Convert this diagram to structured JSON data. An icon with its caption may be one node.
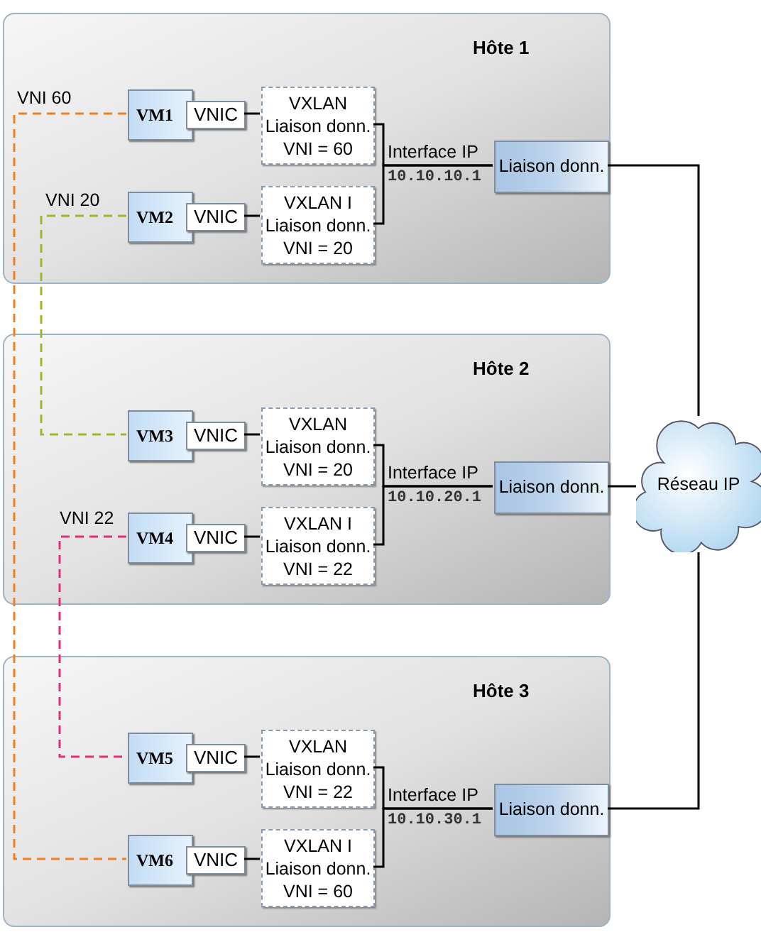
{
  "diagram": {
    "nodes": [
      {
        "text": [
          "Hôte 1"
        ]
      },
      {
        "text": [
          "VM1"
        ],
        "in": 0
      },
      {
        "text": [
          "VNIC"
        ],
        "in": 0
      },
      {
        "text": [
          "VXLAN",
          "Liaison donn.",
          "VNI = 60"
        ],
        "in": 0
      },
      {
        "text": [
          "VM2"
        ],
        "in": 0
      },
      {
        "text": [
          "VNIC"
        ],
        "in": 0
      },
      {
        "text": [
          "VXLAN I",
          "Liaison donn.",
          "VNI = 20"
        ],
        "in": 0
      },
      {
        "text": [
          "Liaison donn."
        ],
        "in": 0
      },
      {
        "text": [
          "Hôte 2"
        ]
      },
      {
        "text": [
          "VM3"
        ],
        "in": 8
      },
      {
        "text": [
          "VNIC"
        ],
        "in": 8
      },
      {
        "text": [
          "VXLAN",
          "Liaison donn.",
          "VNI = 20"
        ],
        "in": 8
      },
      {
        "text": [
          "VM4"
        ],
        "in": 8
      },
      {
        "text": [
          "VNIC"
        ],
        "in": 8
      },
      {
        "text": [
          "VXLAN I",
          "Liaison donn.",
          "VNI = 22"
        ],
        "in": 8
      },
      {
        "text": [
          "Liaison donn."
        ],
        "in": 8
      },
      {
        "text": [
          "Hôte 3"
        ]
      },
      {
        "text": [
          "VM5"
        ],
        "in": 16
      },
      {
        "text": [
          "VNIC"
        ],
        "in": 16
      },
      {
        "text": [
          "VXLAN",
          "Liaison donn.",
          "VNI = 22"
        ],
        "in": 16
      },
      {
        "text": [
          "VM6"
        ],
        "in": 16
      },
      {
        "text": [
          "VNIC"
        ],
        "in": 16
      },
      {
        "text": [
          "VXLAN I",
          "Liaison donn.",
          "VNI = 60"
        ],
        "in": 16
      },
      {
        "text": [
          "Liaison donn."
        ],
        "in": 16
      },
      {
        "text": [
          "Réseau IP"
        ]
      }
    ],
    "edges": [
      {
        "from": 2,
        "to": 3,
        "arrow": "none"
      },
      {
        "from": 5,
        "to": 6,
        "arrow": "none"
      },
      {
        "from": 3,
        "to": 7,
        "arrow": "none"
      },
      {
        "from": 6,
        "to": 7,
        "arrow": "none"
      },
      {
        "from": 7,
        "to": 24,
        "arrow": "none"
      },
      {
        "from": 10,
        "to": 11,
        "arrow": "none"
      },
      {
        "from": 13,
        "to": 14,
        "arrow": "none"
      },
      {
        "from": 11,
        "to": 15,
        "arrow": "none"
      },
      {
        "from": 14,
        "to": 15,
        "arrow": "none"
      },
      {
        "from": 15,
        "to": 24,
        "arrow": "none"
      },
      {
        "from": 18,
        "to": 19,
        "arrow": "none"
      },
      {
        "from": 21,
        "to": 22,
        "arrow": "none"
      },
      {
        "from": 19,
        "to": 23,
        "arrow": "none"
      },
      {
        "from": 22,
        "to": 23,
        "arrow": "none"
      },
      {
        "from": 23,
        "to": 24,
        "arrow": "none"
      },
      {
        "from": 1,
        "to": 20,
        "arrow": "none",
        "label": "VNI 60",
        "style": "dashed",
        "color": "#f07f1f"
      },
      {
        "from": 4,
        "to": 9,
        "arrow": "none",
        "label": "VNI 20",
        "style": "dashed",
        "color": "#9dba26"
      },
      {
        "from": 12,
        "to": 17,
        "arrow": "none",
        "label": "VNI 22",
        "style": "dashed",
        "color": "#e22d7d"
      }
    ],
    "labels": [
      "Interface IP",
      "10.10.10.1",
      "Interface IP",
      "10.10.20.1",
      "Interface IP",
      "10.10.30.1"
    ]
  }
}
